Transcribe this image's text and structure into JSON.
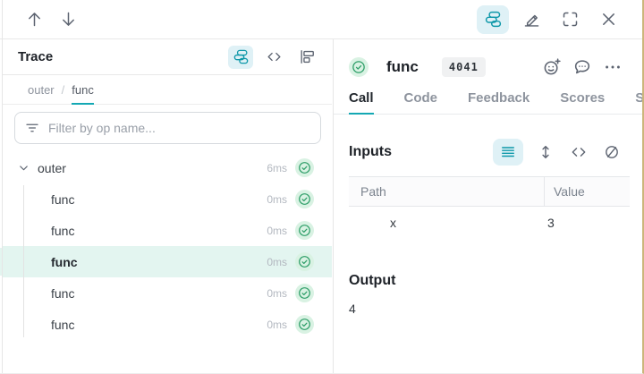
{
  "trace_panel": {
    "title": "Trace",
    "breadcrumb": [
      "outer",
      "func"
    ],
    "breadcrumb_separator": "/",
    "filter_placeholder": "Filter by op name...",
    "tree": {
      "root": {
        "label": "outer",
        "duration": "6ms",
        "status": "success"
      },
      "children": [
        {
          "label": "func",
          "duration": "0ms",
          "status": "success",
          "selected": false
        },
        {
          "label": "func",
          "duration": "0ms",
          "status": "success",
          "selected": false
        },
        {
          "label": "func",
          "duration": "0ms",
          "status": "success",
          "selected": true
        },
        {
          "label": "func",
          "duration": "0ms",
          "status": "success",
          "selected": false
        },
        {
          "label": "func",
          "duration": "0ms",
          "status": "success",
          "selected": false
        }
      ]
    }
  },
  "detail_panel": {
    "status": "success",
    "title": "func",
    "badge": "4041",
    "tabs": [
      {
        "label": "Call",
        "active": true
      },
      {
        "label": "Code",
        "active": false
      },
      {
        "label": "Feedback",
        "active": false
      },
      {
        "label": "Scores",
        "active": false
      },
      {
        "label": "S",
        "active": false
      }
    ],
    "inputs": {
      "heading": "Inputs",
      "table": {
        "columns": [
          "Path",
          "Value"
        ],
        "rows": [
          {
            "path": "x",
            "value": "3"
          }
        ]
      }
    },
    "output": {
      "heading": "Output",
      "value": "4"
    }
  },
  "colors": {
    "accent_teal": "#14a8b4",
    "highlight_cyan_bg": "#dff1f6",
    "selected_row_bg": "#e3f5f0",
    "success_green": "#2e9e68",
    "success_green_bg": "#d9f2e3",
    "edge_line_tan": "#ccb67c"
  }
}
